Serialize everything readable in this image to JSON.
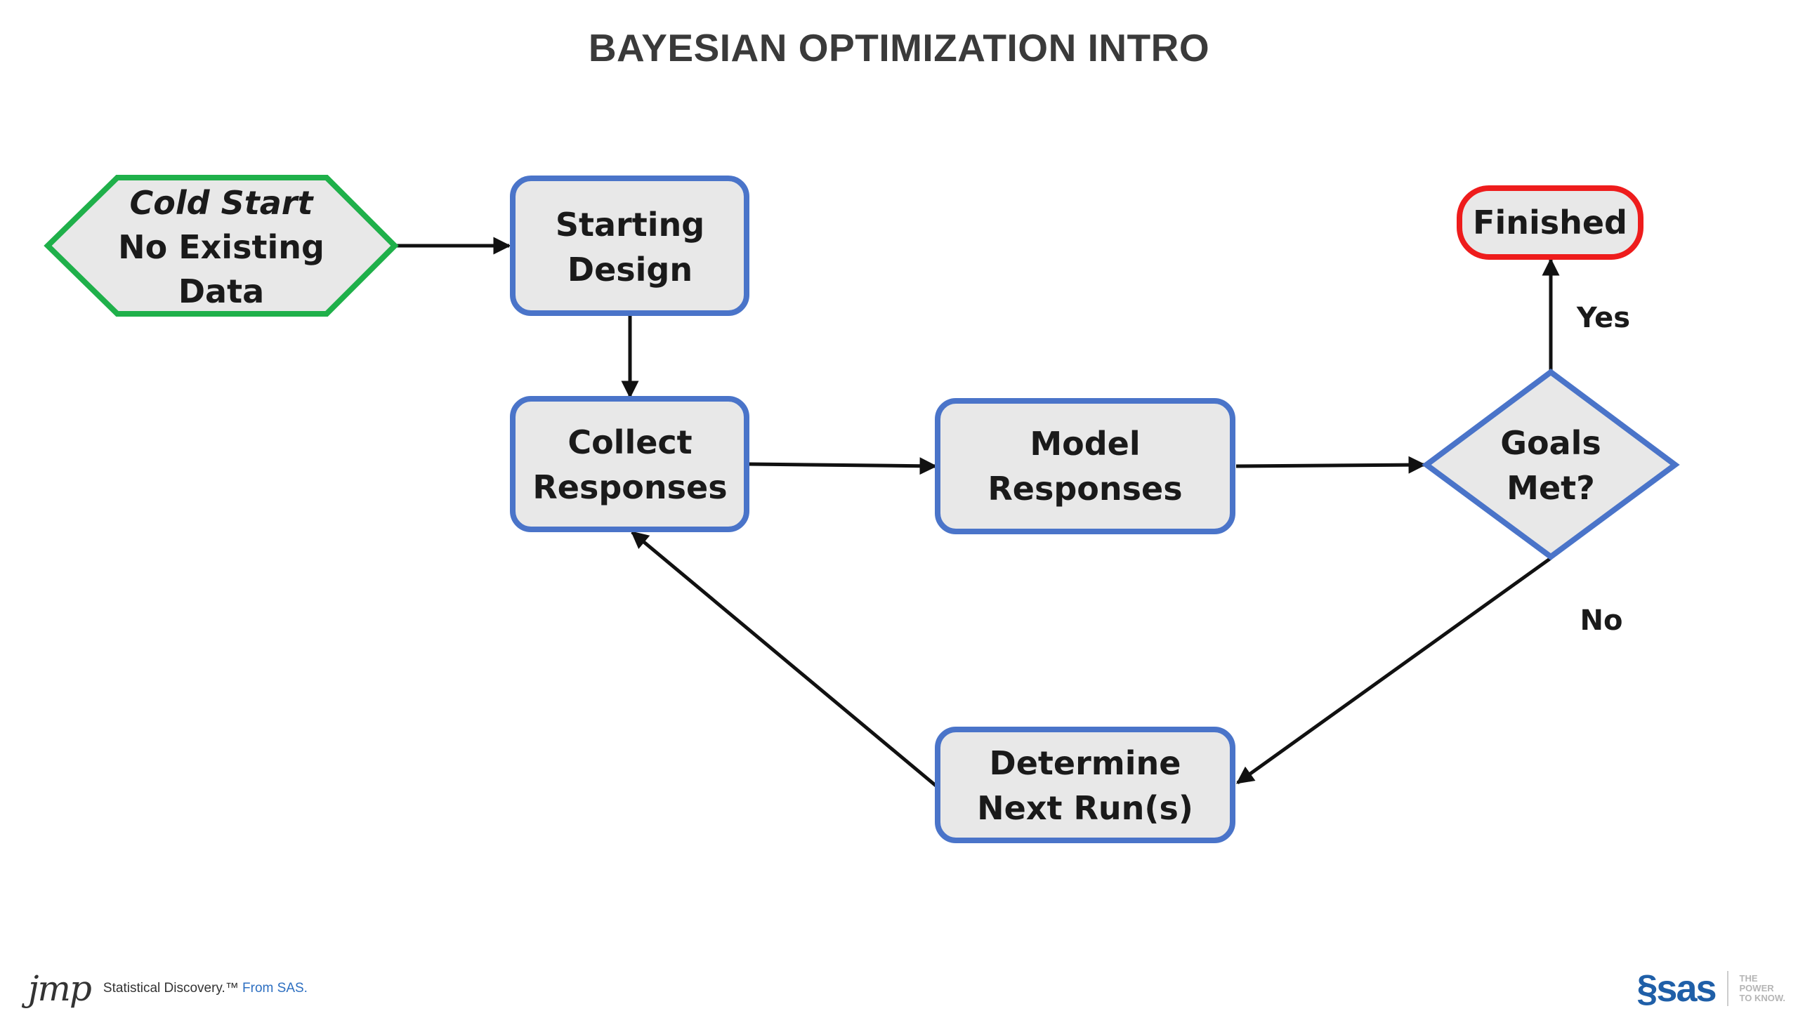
{
  "title": "BAYESIAN OPTIMIZATION INTRO",
  "nodes": {
    "cold_start": {
      "line1": "Cold Start",
      "line2": "No Existing",
      "line3": "Data"
    },
    "starting_design": {
      "line1": "Starting",
      "line2": "Design"
    },
    "collect_responses": {
      "line1": "Collect",
      "line2": "Responses"
    },
    "model_responses": {
      "line1": "Model",
      "line2": "Responses"
    },
    "goals_met": {
      "line1": "Goals",
      "line2": "Met?"
    },
    "finished": {
      "line1": "Finished"
    },
    "determine_next_runs": {
      "line1": "Determine",
      "line2": "Next Run(s)"
    }
  },
  "edges": {
    "yes_label": "Yes",
    "no_label": "No"
  },
  "colors": {
    "box_border": "#4a74c9",
    "box_fill": "#e8e8e8",
    "start_border": "#1fb04a",
    "end_border": "#ee1c1c"
  },
  "footer": {
    "jmp_logo": "jmp",
    "tagline_main": "Statistical Discovery.™",
    "tagline_from": " From SAS.",
    "sas_logo": "§sas",
    "sas_slogan_1": "THE",
    "sas_slogan_2": "POWER",
    "sas_slogan_3": "TO KNOW."
  }
}
